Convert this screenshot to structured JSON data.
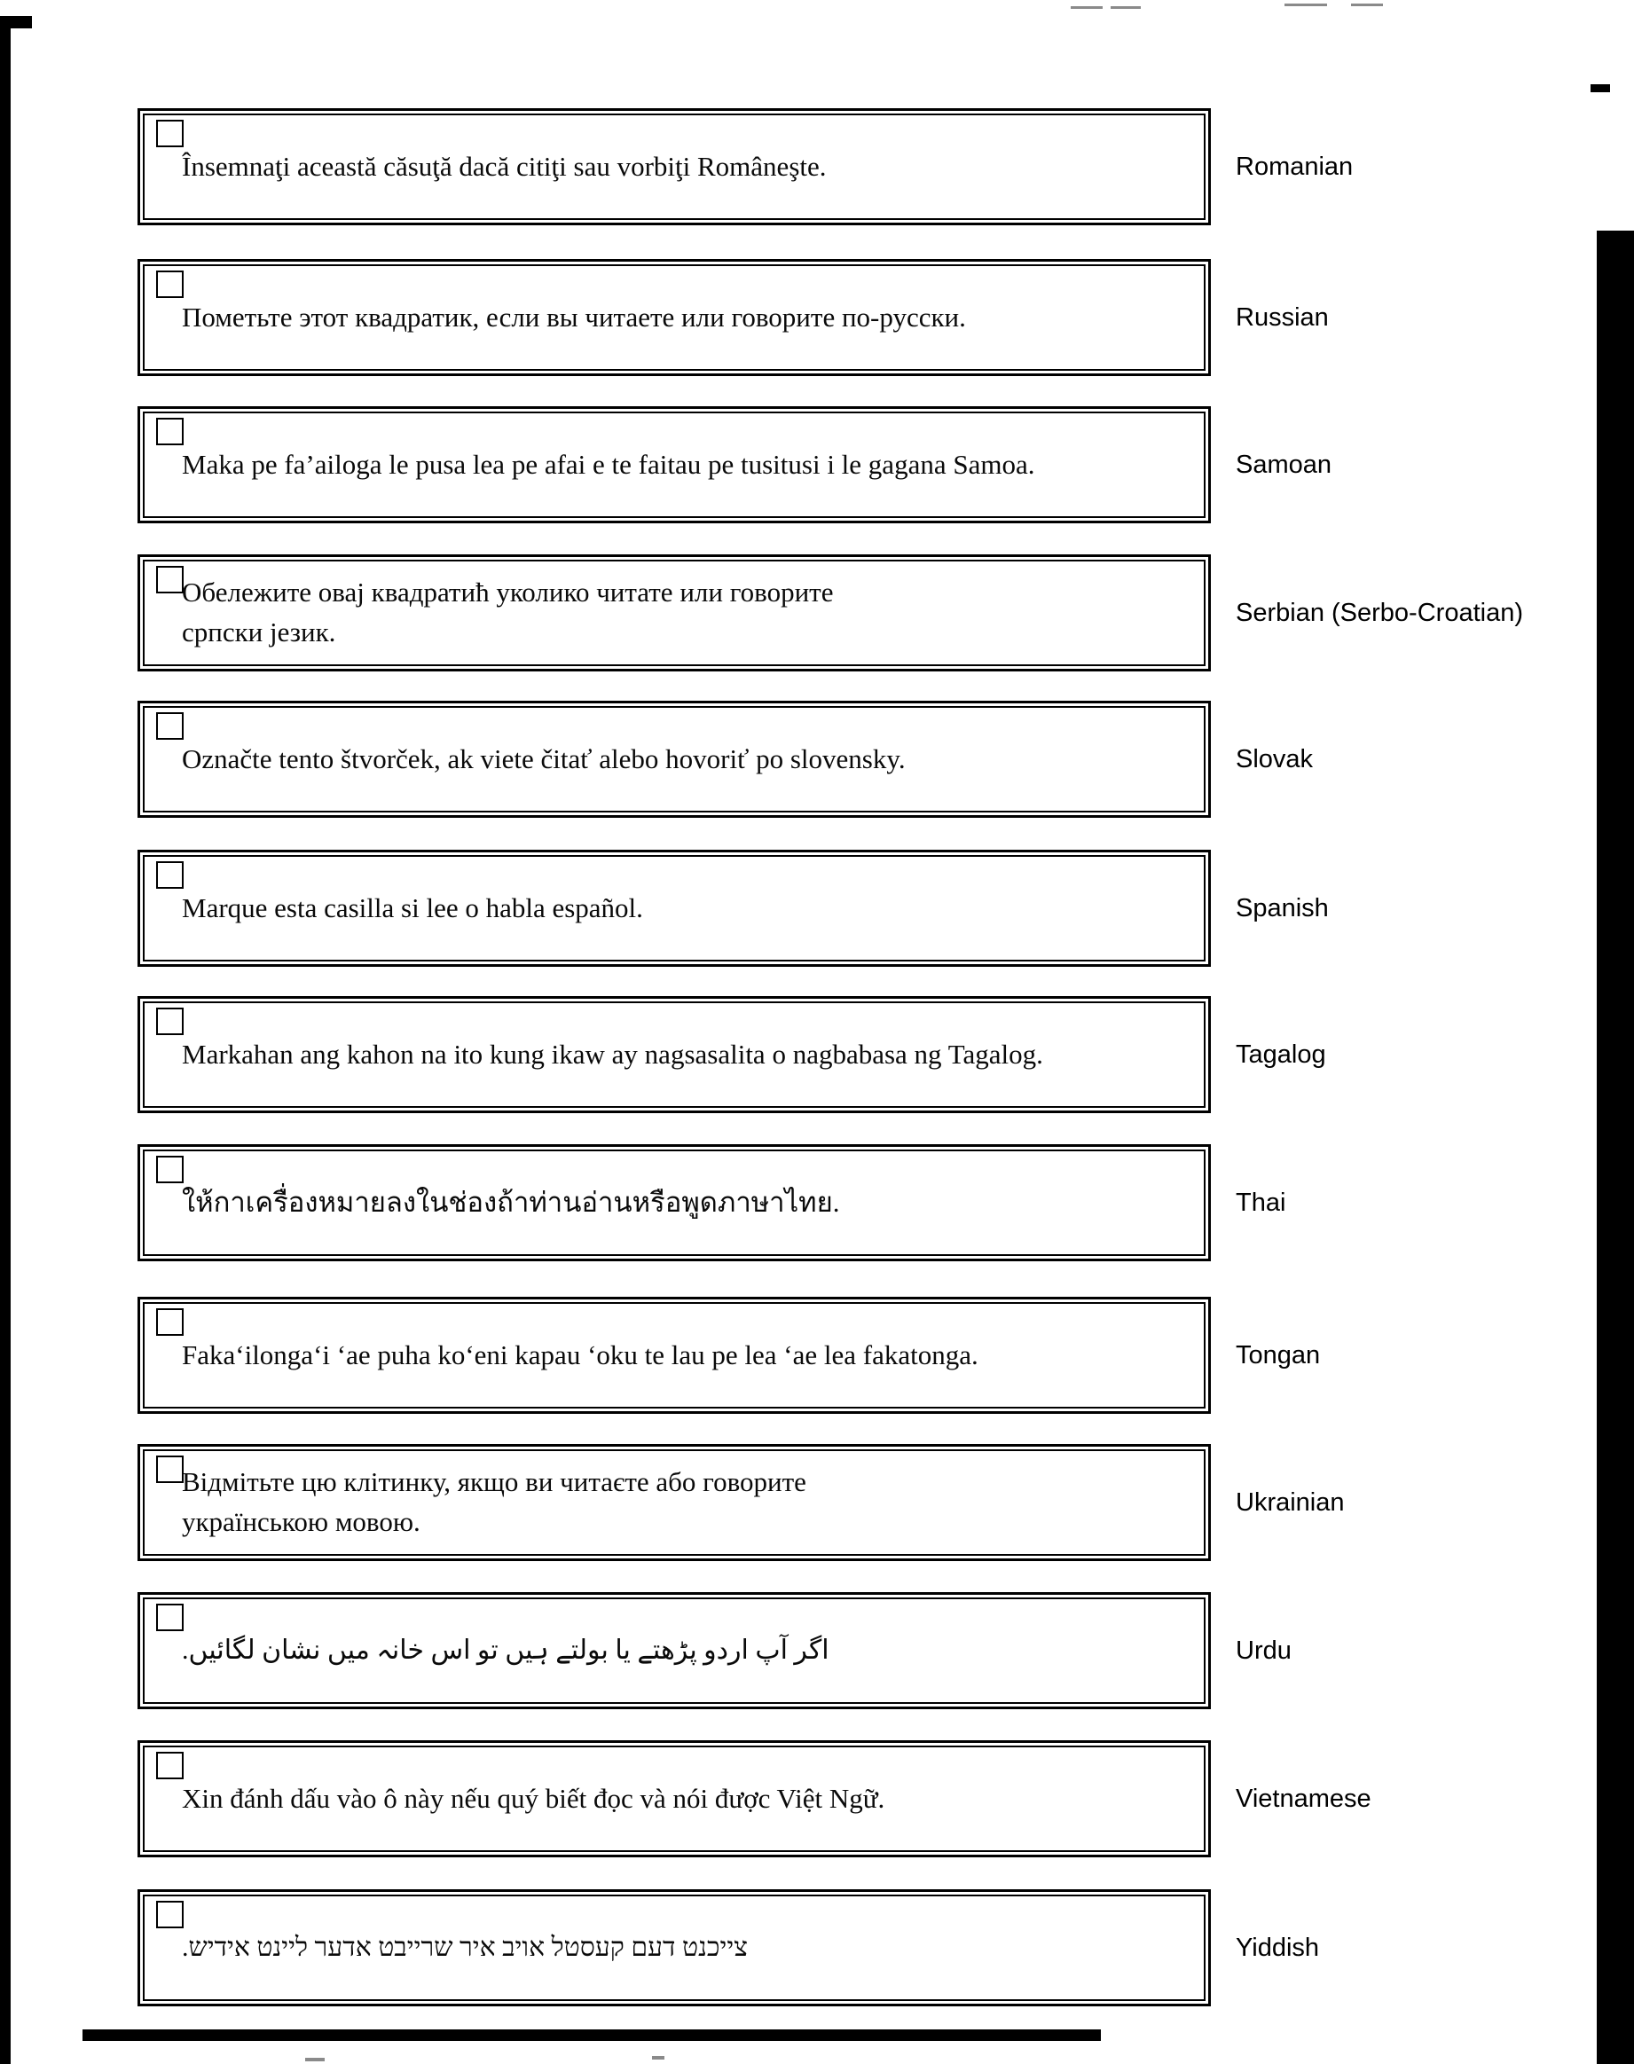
{
  "rows": [
    {
      "language": "Romanian",
      "text": "Însemnaţi această căsuţă dacă citiţi sau vorbiţi Româneşte.",
      "dir": "ltr",
      "checkbox_checked": false
    },
    {
      "language": "Russian",
      "text": "Пометьте этот квадратик, если вы читаете или говорите по-русски.",
      "dir": "ltr",
      "checkbox_checked": false
    },
    {
      "language": "Samoan",
      "text": "Maka pe fa’ailoga le pusa lea pe afai e te faitau pe tusitusi i le gagana Samoa.",
      "dir": "ltr",
      "checkbox_checked": false
    },
    {
      "language": "Serbian (Serbo-Croatian)",
      "text": "Обележите овај квадратић уколико читате или говорите српски језик.",
      "dir": "ltr",
      "checkbox_checked": false
    },
    {
      "language": "Slovak",
      "text": "Označte tento štvorček, ak viete čitať alebo hovoriť po slovensky.",
      "dir": "ltr",
      "checkbox_checked": false
    },
    {
      "language": "Spanish",
      "text": "Marque esta casilla si lee o habla español.",
      "dir": "ltr",
      "checkbox_checked": false
    },
    {
      "language": "Tagalog",
      "text": "Markahan ang kahon na ito kung ikaw ay nagsasalita o nagbabasa ng Tagalog.",
      "dir": "ltr",
      "checkbox_checked": false
    },
    {
      "language": "Thai",
      "text": "ให้กาเครื่องหมายลงในช่องถ้าท่านอ่านหรือพูดภาษาไทย.",
      "dir": "ltr",
      "checkbox_checked": false
    },
    {
      "language": "Tongan",
      "text": "Faka‘ilonga‘i ‘ae puha ko‘eni kapau ‘oku te lau pe lea ‘ae lea fakatonga.",
      "dir": "ltr",
      "checkbox_checked": false
    },
    {
      "language": "Ukrainian",
      "text": "Відмітьте цю клітинку, якщо ви читаєте або говорите українською мовою.",
      "dir": "ltr",
      "checkbox_checked": false
    },
    {
      "language": "Urdu",
      "text": "اگر آپ اردو پڑھتے یا بولتے ہیں تو اس خانہ میں نشان لگائیں.",
      "dir": "rtl",
      "checkbox_checked": false
    },
    {
      "language": "Vietnamese",
      "text": "Xin đánh dấu vào ô này nếu quý biết đọc và nói được Việt Ngữ.",
      "dir": "ltr",
      "checkbox_checked": false
    },
    {
      "language": "Yiddish",
      "text": "צייכנט דעם קעסטל אויב איר שרייבט אדער ליינט אידיש.",
      "dir": "rtl",
      "checkbox_checked": false
    }
  ]
}
